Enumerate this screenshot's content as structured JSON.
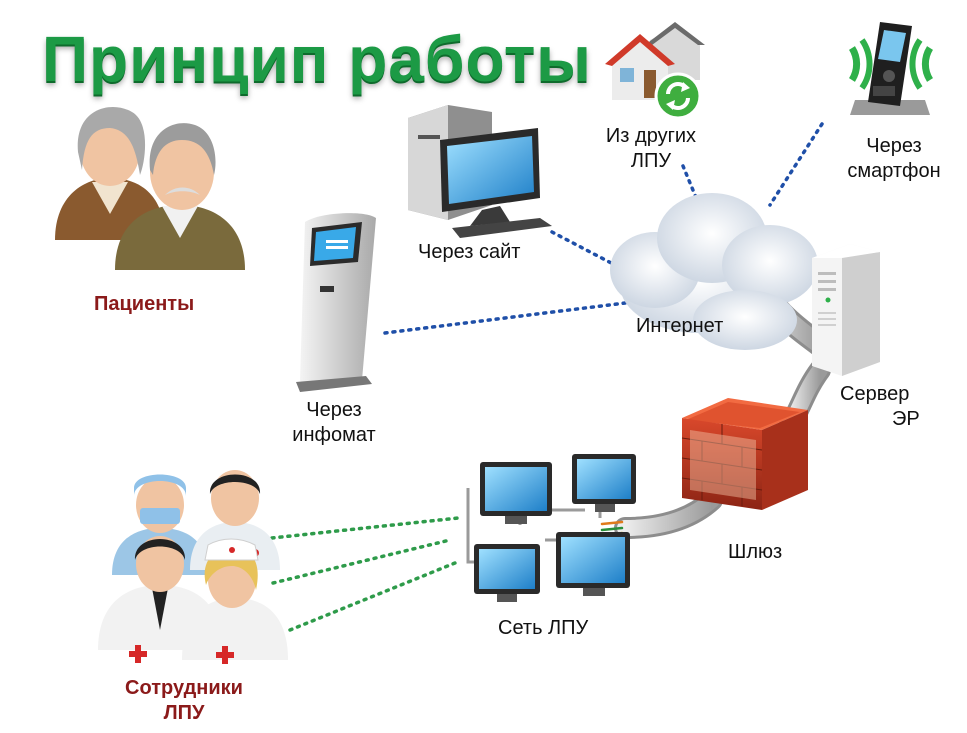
{
  "title": "Принцип работы",
  "labels": {
    "patients": "Пациенты",
    "site": "Через сайт",
    "kiosk_line1": "Через",
    "kiosk_line2": "инфомат",
    "other_lpu_line1": "Из других",
    "other_lpu_line2": "ЛПУ",
    "smartphone_line1": "Через",
    "smartphone_line2": "смартфон",
    "internet": "Интернет",
    "server_line1": "Сервер",
    "server_line2": "ЭР",
    "gateway": "Шлюз",
    "network": "Сеть ЛПУ",
    "staff_line1": "Сотрудники",
    "staff_line2": "ЛПУ"
  },
  "colors": {
    "title_green": "#1c9a45",
    "group_label_red": "#8b1a1a",
    "link_blue": "#1f4fa8",
    "link_green": "#2e9b4a"
  },
  "icons": [
    "patients-icon",
    "desktop-computer-icon",
    "info-kiosk-icon",
    "hospital-houses-icon",
    "smartphone-icon",
    "cloud-icon",
    "server-icon",
    "firewall-icon",
    "lan-monitors-icon",
    "medical-staff-icon"
  ]
}
